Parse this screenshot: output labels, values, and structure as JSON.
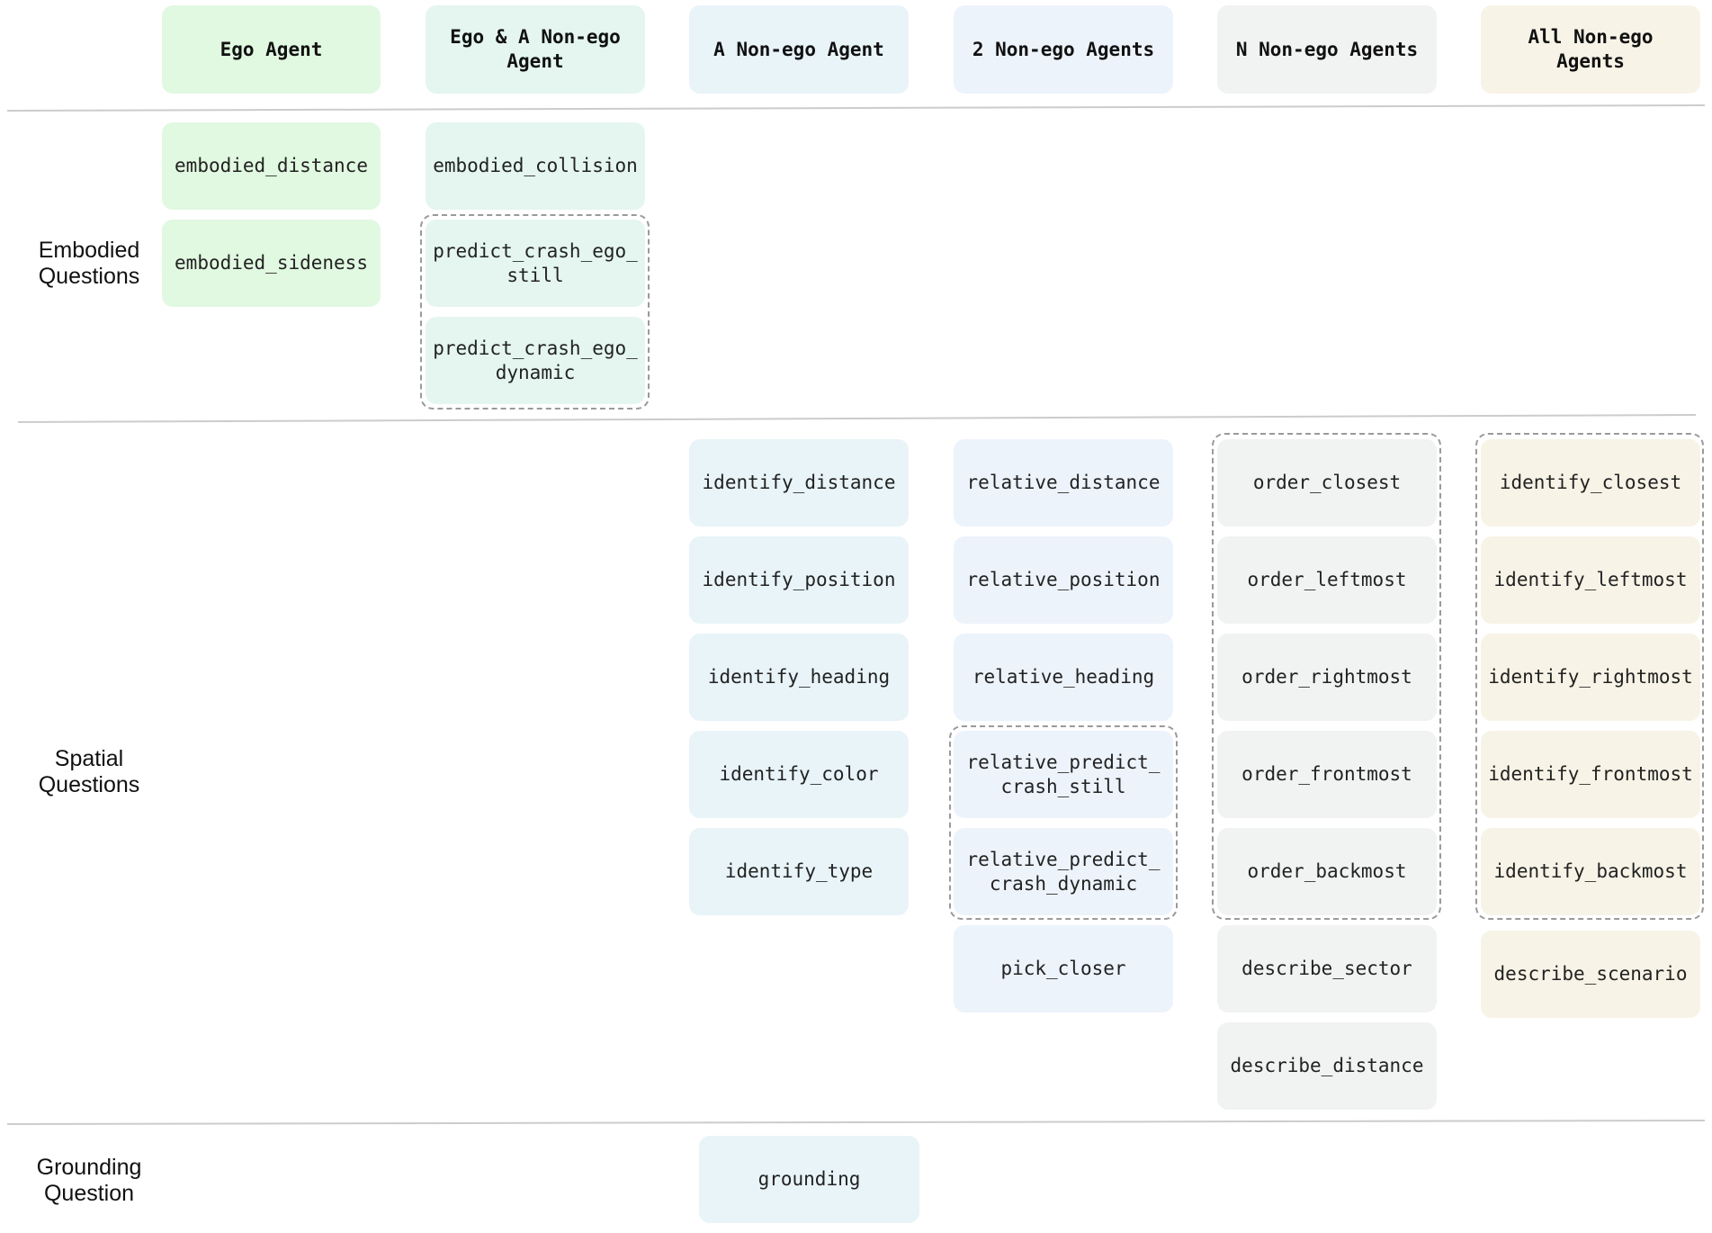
{
  "colors": {
    "ego": "#e1f8e1",
    "ego_and_non_ego": "#e4f6ef",
    "one_non_ego": "#e8f4f8",
    "two_non_ego": "#edf3fb",
    "n_non_ego": "#f1f2f2",
    "all_non_ego": "#f7f3e6",
    "divider": "#cccccc",
    "group_border": "#9a9a9a"
  },
  "headers": {
    "ego": "Ego Agent",
    "ego_and_non_ego": "Ego & A Non-ego\nAgent",
    "one_non_ego": "A Non-ego Agent",
    "two_non_ego": "2 Non-ego Agents",
    "n_non_ego": "N Non-ego Agents",
    "all_non_ego": "All Non-ego Agents"
  },
  "rows": {
    "embodied": "Embodied\nQuestions",
    "spatial": "Spatial\nQuestions",
    "grounding": "Grounding\nQuestion"
  },
  "embodied": {
    "ego": [
      "embodied_distance",
      "embodied_sideness"
    ],
    "ego_and_non_ego": [
      "embodied_collision",
      "predict_crash_ego_\nstill",
      "predict_crash_ego_\ndynamic"
    ]
  },
  "spatial": {
    "one_non_ego": [
      "identify_distance",
      "identify_position",
      "identify_heading",
      "identify_color",
      "identify_type"
    ],
    "two_non_ego": [
      "relative_distance",
      "relative_position",
      "relative_heading",
      "relative_predict_\ncrash_still",
      "relative_predict_\ncrash_dynamic",
      "pick_closer"
    ],
    "n_non_ego": [
      "order_closest",
      "order_leftmost",
      "order_rightmost",
      "order_frontmost",
      "order_backmost",
      "describe_sector",
      "describe_distance"
    ],
    "all_non_ego": [
      "identify_closest",
      "identify_leftmost",
      "identify_rightmost",
      "identify_frontmost",
      "identify_backmost",
      "describe_scenario"
    ]
  },
  "grounding": {
    "one_non_ego": [
      "grounding"
    ]
  }
}
